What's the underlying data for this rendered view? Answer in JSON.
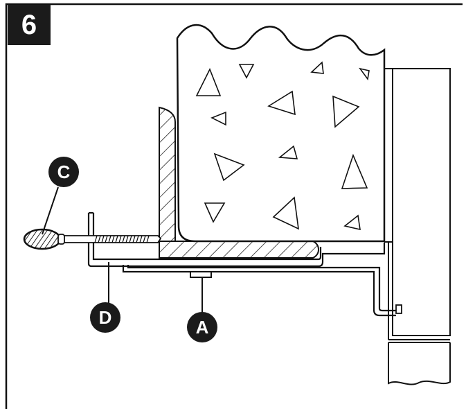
{
  "figure": {
    "step_number": "6",
    "callouts": {
      "a": "A",
      "c": "C",
      "d": "D"
    }
  }
}
